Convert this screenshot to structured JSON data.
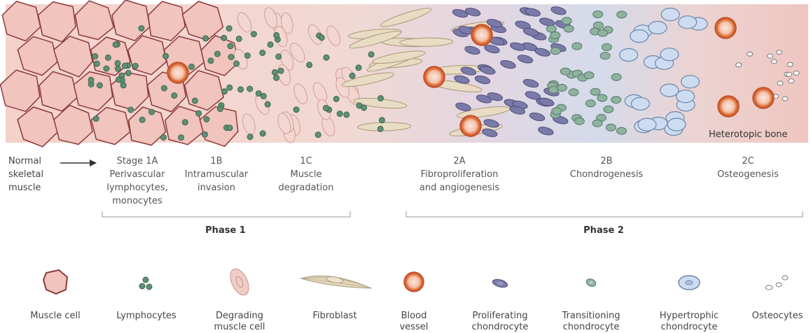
{
  "start_label": [
    "Normal",
    "skeletal",
    "muscle"
  ],
  "stages": [
    {
      "id": "1A",
      "lines": [
        "Stage 1A",
        "Perivascular",
        "lymphocytes,",
        "monocytes"
      ]
    },
    {
      "id": "1B",
      "lines": [
        "1B",
        "Intramuscular",
        "invasion"
      ]
    },
    {
      "id": "1C",
      "lines": [
        "1C",
        "Muscle",
        "degradation"
      ]
    },
    {
      "id": "2A",
      "lines": [
        "2A",
        "Fibroproliferation",
        "and angiogenesis"
      ]
    },
    {
      "id": "2B",
      "lines": [
        "2B",
        "Chondrogenesis"
      ]
    },
    {
      "id": "2C",
      "lines": [
        "2C",
        "Osteogenesis"
      ]
    }
  ],
  "phases": [
    {
      "label": "Phase 1"
    },
    {
      "label": "Phase 2"
    }
  ],
  "heterotopic_label": "Heterotopic bone",
  "legend": [
    {
      "id": "muscle-cell",
      "lines": [
        "Muscle cell"
      ]
    },
    {
      "id": "lymphocytes",
      "lines": [
        "Lymphocytes"
      ]
    },
    {
      "id": "degrading-muscle-cell",
      "lines": [
        "Degrading",
        "muscle cell"
      ]
    },
    {
      "id": "fibroblast",
      "lines": [
        "Fibroblast"
      ]
    },
    {
      "id": "blood-vessel",
      "lines": [
        "Blood",
        "vessel"
      ]
    },
    {
      "id": "proliferating-chondrocyte",
      "lines": [
        "Proliferating",
        "chondrocyte"
      ]
    },
    {
      "id": "transitioning-chondrocyte",
      "lines": [
        "Transitioning",
        "chondrocyte"
      ]
    },
    {
      "id": "hypertrophic-chondrocyte",
      "lines": [
        "Hypertrophic",
        "chondrocyte"
      ]
    },
    {
      "id": "osteocytes",
      "lines": [
        "Osteocytes"
      ]
    }
  ],
  "colors": {
    "muscle_fill": "#f1c4bd",
    "muscle_edge": "#8c3a3a",
    "lymphocyte": "#5f8f74",
    "fibroblast_fill": "#e8dcc4",
    "fibroblast_edge": "#a89775",
    "blood_vessel": "#e0703a",
    "proliferating": "#7a7aa8",
    "transitioning": "#8fb29f",
    "hypertrophic": "#a9c3e4",
    "osteocyte": "#999999",
    "bg_left": "#f4d4cf",
    "bg_mid": "#d8dde8",
    "bg_right": "#efc9c3"
  }
}
